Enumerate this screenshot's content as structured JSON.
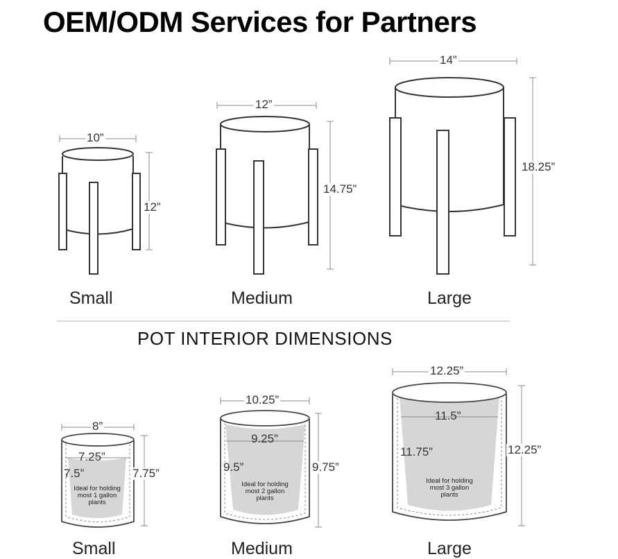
{
  "header": {
    "title": "OEM/ODM Services for Partners"
  },
  "section_title": "POT INTERIOR DIMENSIONS",
  "stands": [
    {
      "name": "Small",
      "width": "10”",
      "height": "12”"
    },
    {
      "name": "Medium",
      "width": "12”",
      "height": "14.75”"
    },
    {
      "name": "Large",
      "width": "14”",
      "height": "18.25”"
    }
  ],
  "pots": [
    {
      "name": "Small",
      "outer_width": "8”",
      "inner_width": "7.25”",
      "inner_height": "7.5”",
      "outer_height": "7.75”",
      "note": "Ideal for holding most 1 gallon plants"
    },
    {
      "name": "Medium",
      "outer_width": "10.25”",
      "inner_width": "9.25”",
      "inner_height": "9.5”",
      "outer_height": "9.75”",
      "note": "Ideal for holding most 2 gallon plants"
    },
    {
      "name": "Large",
      "outer_width": "12.25”",
      "inner_width": "11.5”",
      "inner_height": "11.75”",
      "outer_height": "12.25”",
      "note": "Ideal for holding most 3 gallon plants"
    }
  ]
}
